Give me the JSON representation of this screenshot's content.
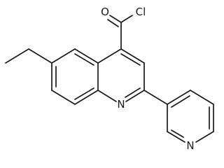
{
  "molecule": {
    "atoms": {
      "oxygen": "O",
      "chlorine": "Cl",
      "ring_nitrogen": "N",
      "pyridine_nitrogen": "N"
    }
  },
  "colors": {
    "bond": "#1a1a1a",
    "background": "#ffffff"
  }
}
